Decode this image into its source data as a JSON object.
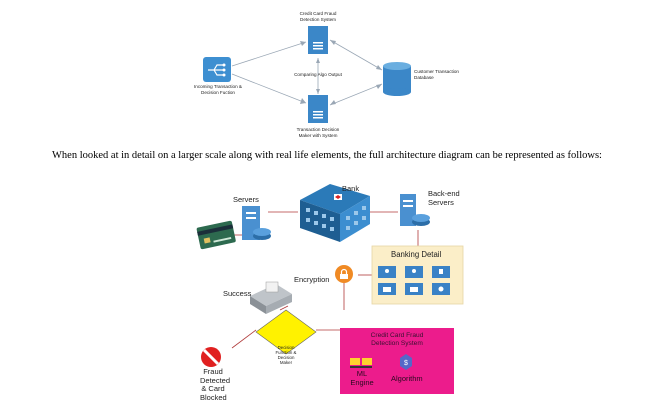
{
  "top_diagram": {
    "fraud_system": [
      "Credit Card Fraud",
      "Detection System"
    ],
    "incoming": [
      "Incoming Transaction &",
      "Decision Fuction"
    ],
    "compare": "Comparing Algo Output",
    "customer_db": [
      "Customer Transaction",
      "Database"
    ],
    "decision_maker": [
      "Transaction Decision",
      "Maker with System"
    ]
  },
  "caption": "When looked at in detail on a larger scale along with real life elements, the full architecture diagram can be represented as follows:",
  "bottom_diagram": {
    "servers": "Servers",
    "bank": "Bank",
    "backend": [
      "Back-end",
      "Servers"
    ],
    "banking_detail": "Banking Detail",
    "encryption": "Encryption",
    "success": "Success",
    "decision": [
      "Decision",
      "Function &",
      "Decision",
      "Maker"
    ],
    "fraud_system": [
      "Credit Card Fraud",
      "Detection System"
    ],
    "ml_engine": [
      "ML",
      "Engine"
    ],
    "algorithm": "Algorithm",
    "fraud_blocked": [
      "Fraud",
      "Detected",
      "& Card",
      "Blocked"
    ]
  }
}
